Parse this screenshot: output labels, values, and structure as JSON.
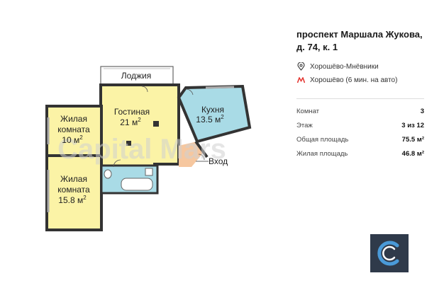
{
  "listing": {
    "address": "проспект Маршала Жукова, д. 74, к. 1",
    "district": "Хорошёво-Мнёвники",
    "metro": "Хорошёво (6 мин. на авто)"
  },
  "details": [
    {
      "label": "Комнат",
      "value": "3"
    },
    {
      "label": "Этаж",
      "value": "3 из 12"
    },
    {
      "label": "Общая площадь",
      "value": "75.5 м²"
    },
    {
      "label": "Жилая площадь",
      "value": "46.8 м²"
    }
  ],
  "floorplan": {
    "watermark": "Capital Mars",
    "loggia": "Лоджия",
    "living_room_name": "Гостиная",
    "living_room_area": "21 м",
    "kitchen_name": "Кухня",
    "kitchen_area": "13.5 м",
    "bedroom1_line1": "Жилая",
    "bedroom1_line2": "комната",
    "bedroom1_area": "10 м",
    "bedroom2_line1": "Жилая",
    "bedroom2_line2": "комната",
    "bedroom2_area": "15.8 м",
    "entrance": "Вход",
    "sup": "2"
  },
  "colors": {
    "living": "#fbf3a6",
    "kitchen": "#a9dbe6",
    "bath": "#a9dbe6",
    "hall": "#f2f2f2",
    "entrance_accent": "#f6c79f",
    "metro_red": "#e4342f",
    "logo_bg": "#2f3a4a",
    "logo_arc": "#4a9ad8"
  },
  "icons": {
    "district": "location-pin-icon",
    "metro": "metro-icon",
    "logo": "capital-mars-logo"
  }
}
